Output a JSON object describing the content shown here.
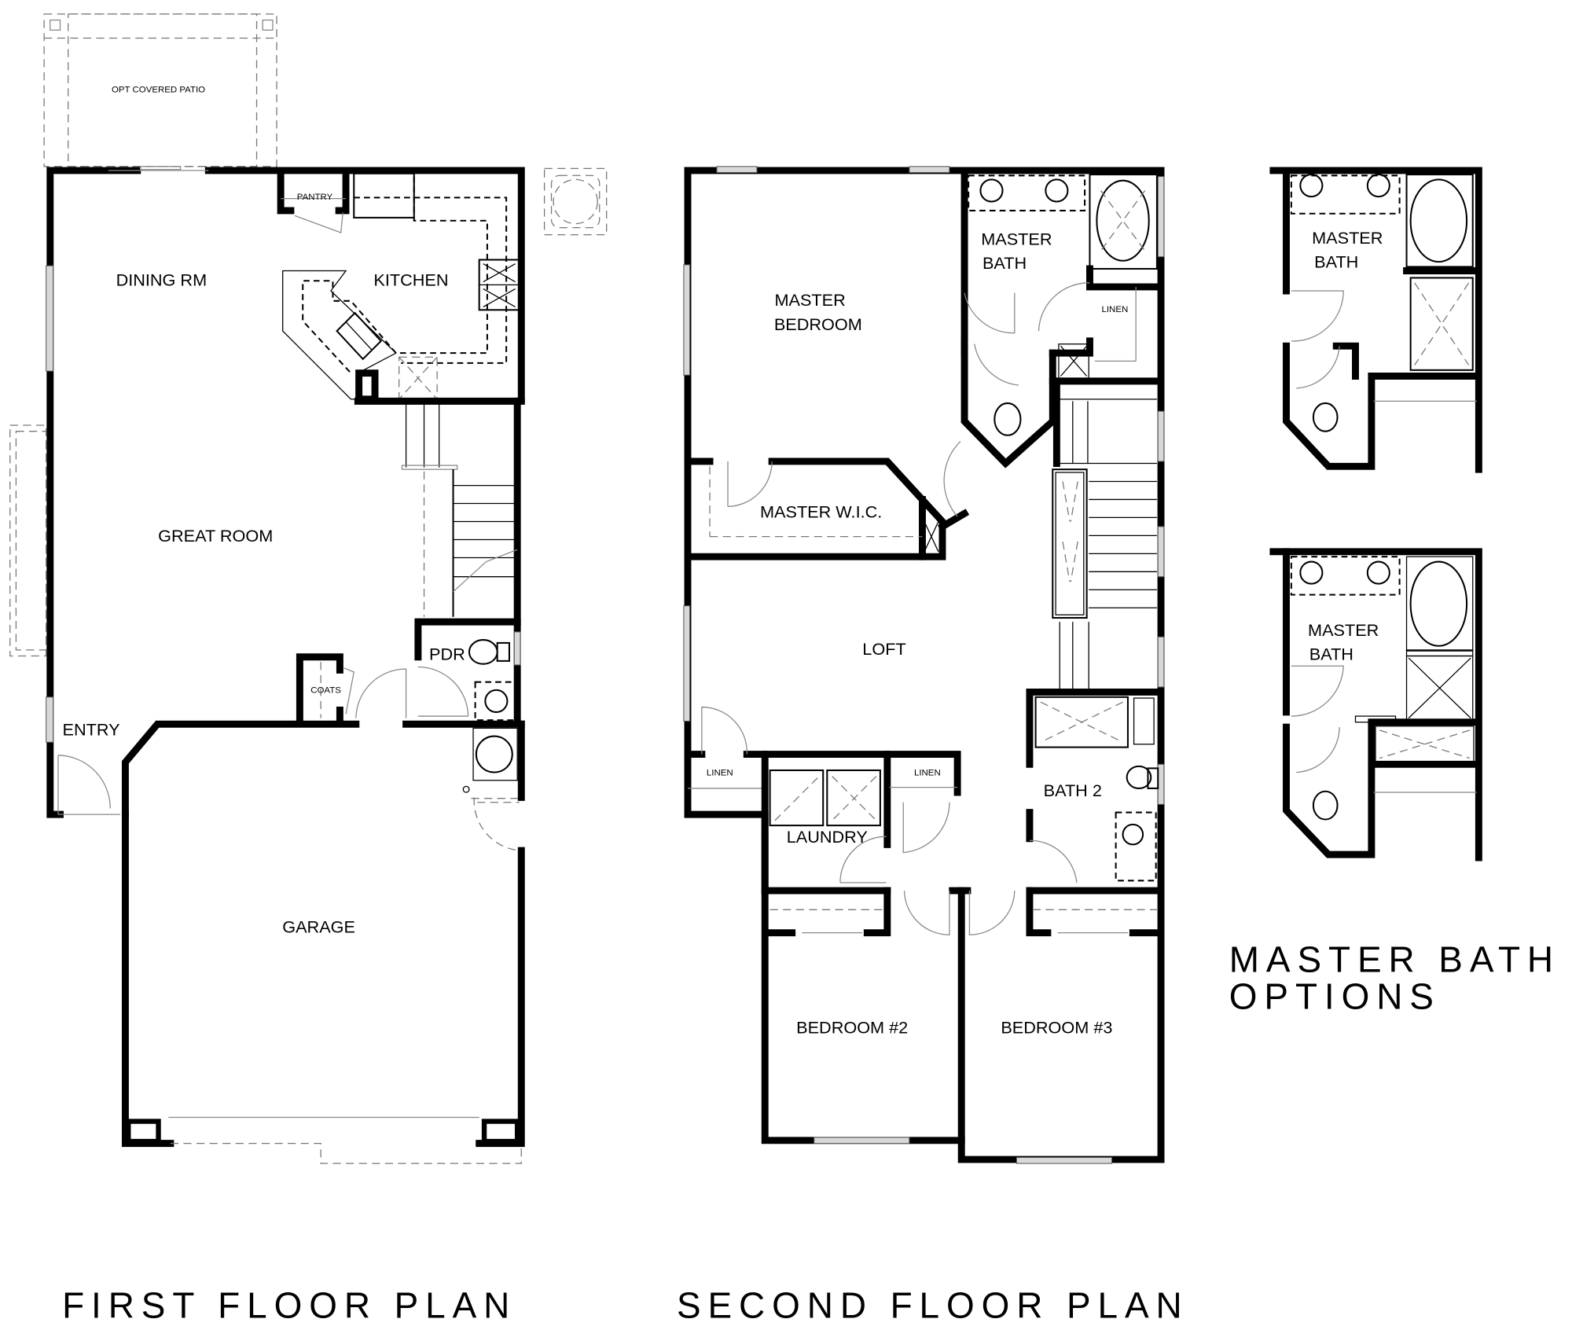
{
  "titles": {
    "first_floor": "FIRST FLOOR PLAN",
    "second_floor": "SECOND FLOOR PLAN",
    "master_bath_options_line1": "MASTER BATH",
    "master_bath_options_line2": "OPTIONS"
  },
  "first_floor": {
    "rooms": {
      "opt_patio": "OPT COVERED PATIO",
      "pantry": "PANTRY",
      "dining": "DINING RM",
      "kitchen": "KITCHEN",
      "great_room": "GREAT ROOM",
      "pdr": "PDR",
      "coats": "COATS",
      "entry": "ENTRY",
      "garage": "GARAGE"
    }
  },
  "second_floor": {
    "rooms": {
      "master_bath_1": "MASTER",
      "master_bath_2": "BATH",
      "linen_master": "LINEN",
      "master_bedroom_1": "MASTER",
      "master_bedroom_2": "BEDROOM",
      "master_wic": "MASTER W.I.C.",
      "loft": "LOFT",
      "linen_loft": "LINEN",
      "linen_hall": "LINEN",
      "laundry": "LAUNDRY",
      "bath2": "BATH 2",
      "bedroom2": "BEDROOM #2",
      "bedroom3": "BEDROOM #3"
    }
  },
  "master_bath_options": {
    "option_a": {
      "line1": "MASTER",
      "line2": "BATH"
    },
    "option_b": {
      "line1": "MASTER",
      "line2": "BATH"
    }
  }
}
